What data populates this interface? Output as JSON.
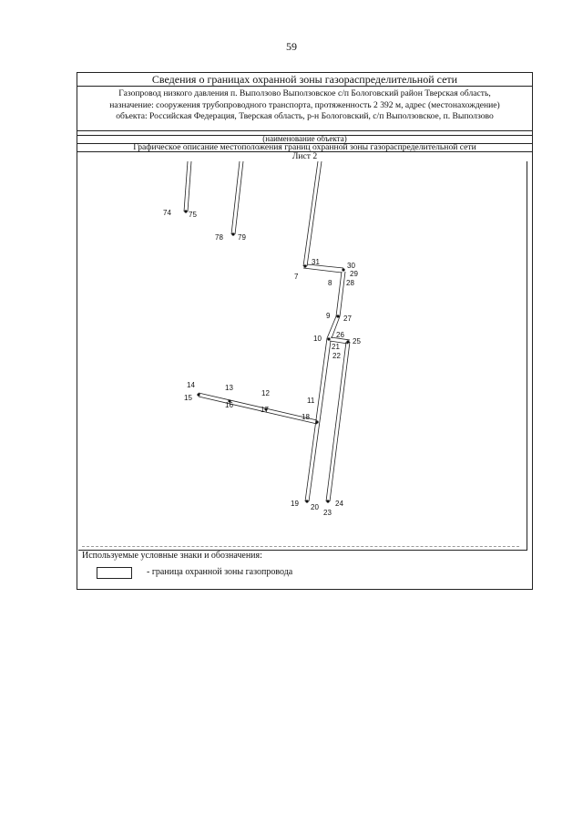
{
  "page_number": "59",
  "header": {
    "title": "Сведения о границах охранной зоны газораспределительной сети",
    "info_line1": "Газопровод низкого давления п. Выползово Выползовское с/п Бологовский район Тверская область,",
    "info_line2": "назначение: сооружения трубопроводного транспорта, протяженность 2 392 м, адрес (местонахождение)",
    "info_line3": "объекта: Российская Федерация, Тверская область, р-н Бологовский, с/п Выползовское, п. Выползово",
    "object_name_caption": "(наименование объекта)",
    "graph_caption": "Графическое описание местоположения границ охранной зоны газораспределительной сети",
    "sheet": "Лист 2"
  },
  "map": {
    "points": [
      {
        "label": "74"
      },
      {
        "label": "75"
      },
      {
        "label": "78"
      },
      {
        "label": "79"
      },
      {
        "label": "31"
      },
      {
        "label": "30"
      },
      {
        "label": "7"
      },
      {
        "label": "29"
      },
      {
        "label": "8"
      },
      {
        "label": "28"
      },
      {
        "label": "9"
      },
      {
        "label": "27"
      },
      {
        "label": "26"
      },
      {
        "label": "10"
      },
      {
        "label": "25"
      },
      {
        "label": "21"
      },
      {
        "label": "22"
      },
      {
        "label": "14"
      },
      {
        "label": "13"
      },
      {
        "label": "12"
      },
      {
        "label": "15"
      },
      {
        "label": "16"
      },
      {
        "label": "11"
      },
      {
        "label": "17"
      },
      {
        "label": "18"
      },
      {
        "label": "19"
      },
      {
        "label": "20"
      },
      {
        "label": "24"
      },
      {
        "label": "23"
      }
    ]
  },
  "legend": {
    "title": "Используемые условные знаки и обозначения:",
    "item_label": "-  граница охранной зоны газопровода"
  }
}
